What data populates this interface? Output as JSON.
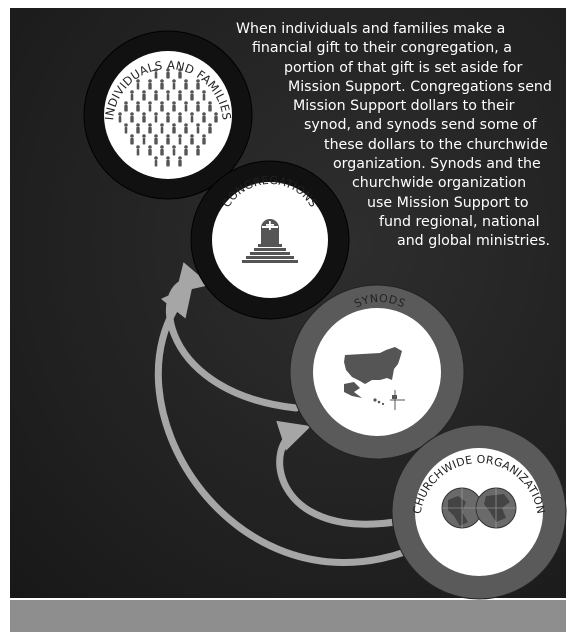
{
  "description": {
    "lines": [
      "When individuals and families make a",
      "financial gift to their congregation, a",
      "portion of that gift is set aside for",
      "Mission Support. Congregations send",
      "Mission Support dollars to their",
      "synod, and synods send some of",
      "these dollars to the churchwide",
      "organization. Synods and the",
      "churchwide organization",
      "use Mission Support to",
      "fund regional, national",
      "and global ministries."
    ]
  },
  "nodes": {
    "individuals": {
      "label": "INDIVIDUALS AND FAMILIES",
      "ring_color": "#111111"
    },
    "congregations": {
      "label": "CONGREGATIONS",
      "ring_color": "#111111"
    },
    "synods": {
      "label": "SYNODS",
      "ring_color": "#5a5a5a"
    },
    "churchwide": {
      "label": "CHURCHWIDE ORGANIZATION",
      "ring_color": "#5a5a5a"
    }
  },
  "colors": {
    "background": "#222222",
    "arrow": "#a6a6a6",
    "icon": "#555555",
    "footer": "#8e8e8e"
  }
}
